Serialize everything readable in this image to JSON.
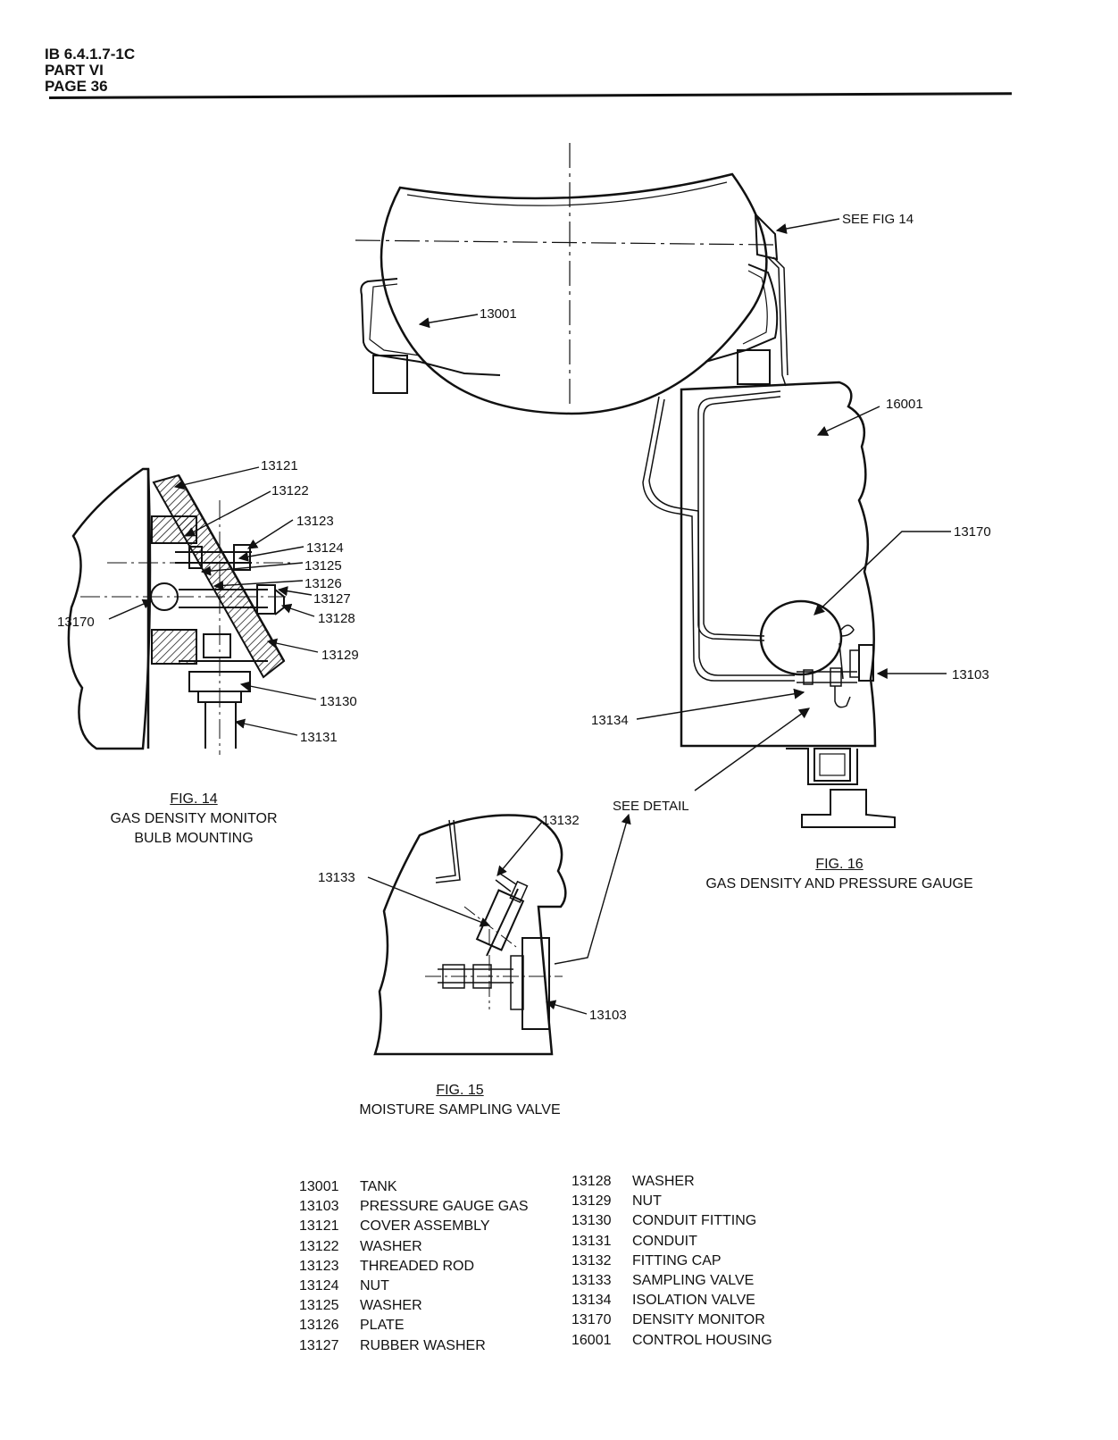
{
  "header": {
    "doc_id": "IB 6.4.1.7-1C",
    "part": "PART VI",
    "page": "PAGE 36"
  },
  "fig16": {
    "see_fig": "SEE FIG 14",
    "labels": {
      "tank": "13001",
      "housing": "16001",
      "monitor": "13170",
      "gauge": "13103",
      "isolation": "13134"
    },
    "see_detail": "SEE DETAIL",
    "fig_label": "FIG. 16",
    "title": "GAS DENSITY AND PRESSURE GAUGE"
  },
  "fig14": {
    "labels": [
      "13121",
      "13122",
      "13123",
      "13124",
      "13125",
      "13126",
      "13127",
      "13128",
      "13129",
      "13130",
      "13131",
      "13170"
    ],
    "fig_label": "FIG. 14",
    "title_line1": "GAS DENSITY MONITOR",
    "title_line2": "BULB MOUNTING"
  },
  "fig15": {
    "labels": {
      "cap": "13132",
      "valve": "13133",
      "gauge": "13103"
    },
    "fig_label": "FIG. 15",
    "title": "MOISTURE SAMPLING VALVE"
  },
  "parts_left": [
    {
      "num": "13001",
      "desc": "TANK"
    },
    {
      "num": "13103",
      "desc": "PRESSURE GAUGE GAS"
    },
    {
      "num": "13121",
      "desc": "COVER ASSEMBLY"
    },
    {
      "num": "13122",
      "desc": "WASHER"
    },
    {
      "num": "13123",
      "desc": "THREADED ROD"
    },
    {
      "num": "13124",
      "desc": "NUT"
    },
    {
      "num": "13125",
      "desc": "WASHER"
    },
    {
      "num": "13126",
      "desc": "PLATE"
    },
    {
      "num": "13127",
      "desc": "RUBBER WASHER"
    }
  ],
  "parts_right": [
    {
      "num": "13128",
      "desc": "WASHER"
    },
    {
      "num": "13129",
      "desc": "NUT"
    },
    {
      "num": "13130",
      "desc": "CONDUIT FITTING"
    },
    {
      "num": "13131",
      "desc": "CONDUIT"
    },
    {
      "num": "13132",
      "desc": "FITTING CAP"
    },
    {
      "num": "13133",
      "desc": "SAMPLING VALVE"
    },
    {
      "num": "13134",
      "desc": "ISOLATION VALVE"
    },
    {
      "num": "13170",
      "desc": "DENSITY MONITOR"
    },
    {
      "num": "16001",
      "desc": "CONTROL HOUSING"
    }
  ]
}
